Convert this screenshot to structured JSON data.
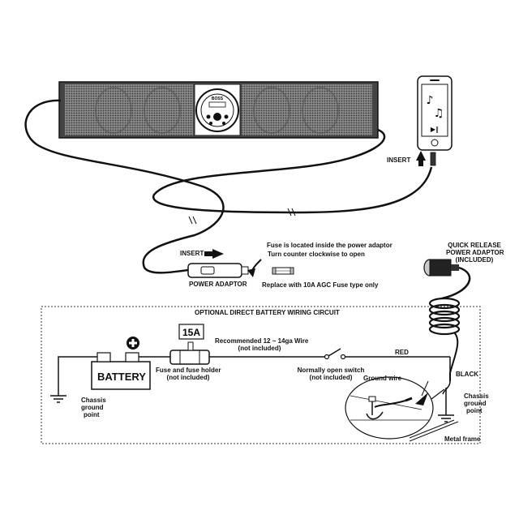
{
  "labels": {
    "insert_phone": "INSERT",
    "insert_adaptor": "INSERT",
    "fuse_location": "Fuse is located inside the power adaptor",
    "fuse_turn": "Turn counter clockwise to open",
    "power_adaptor": "POWER ADAPTOR",
    "fuse_replace": "Replace with 10A AGC Fuse type only",
    "quick_release_1": "QUICK RELEASE",
    "quick_release_2": "POWER ADAPTOR",
    "quick_release_3": "(INCLUDED)",
    "circuit_title": "OPTIONAL DIRECT BATTERY WIRING CIRCUIT",
    "fuse_rating": "15A",
    "wire_rec_1": "Recommended 12 ~ 14ga Wire",
    "wire_rec_2": "(not included)",
    "red": "RED",
    "black": "BLACK",
    "battery": "BATTERY",
    "fuse_holder_1": "Fuse and fuse holder",
    "fuse_holder_2": "(not included)",
    "switch_1": "Normally open switch",
    "switch_2": "(not included)",
    "ground_wire": "Ground wire",
    "chassis_left_1": "Chassis",
    "chassis_left_2": "ground",
    "chassis_left_3": "point",
    "chassis_right_1": "Chassis",
    "chassis_right_2": "ground",
    "chassis_right_3": "point",
    "metal_frame": "Metal frame",
    "speaker_logo": "BOSS"
  }
}
